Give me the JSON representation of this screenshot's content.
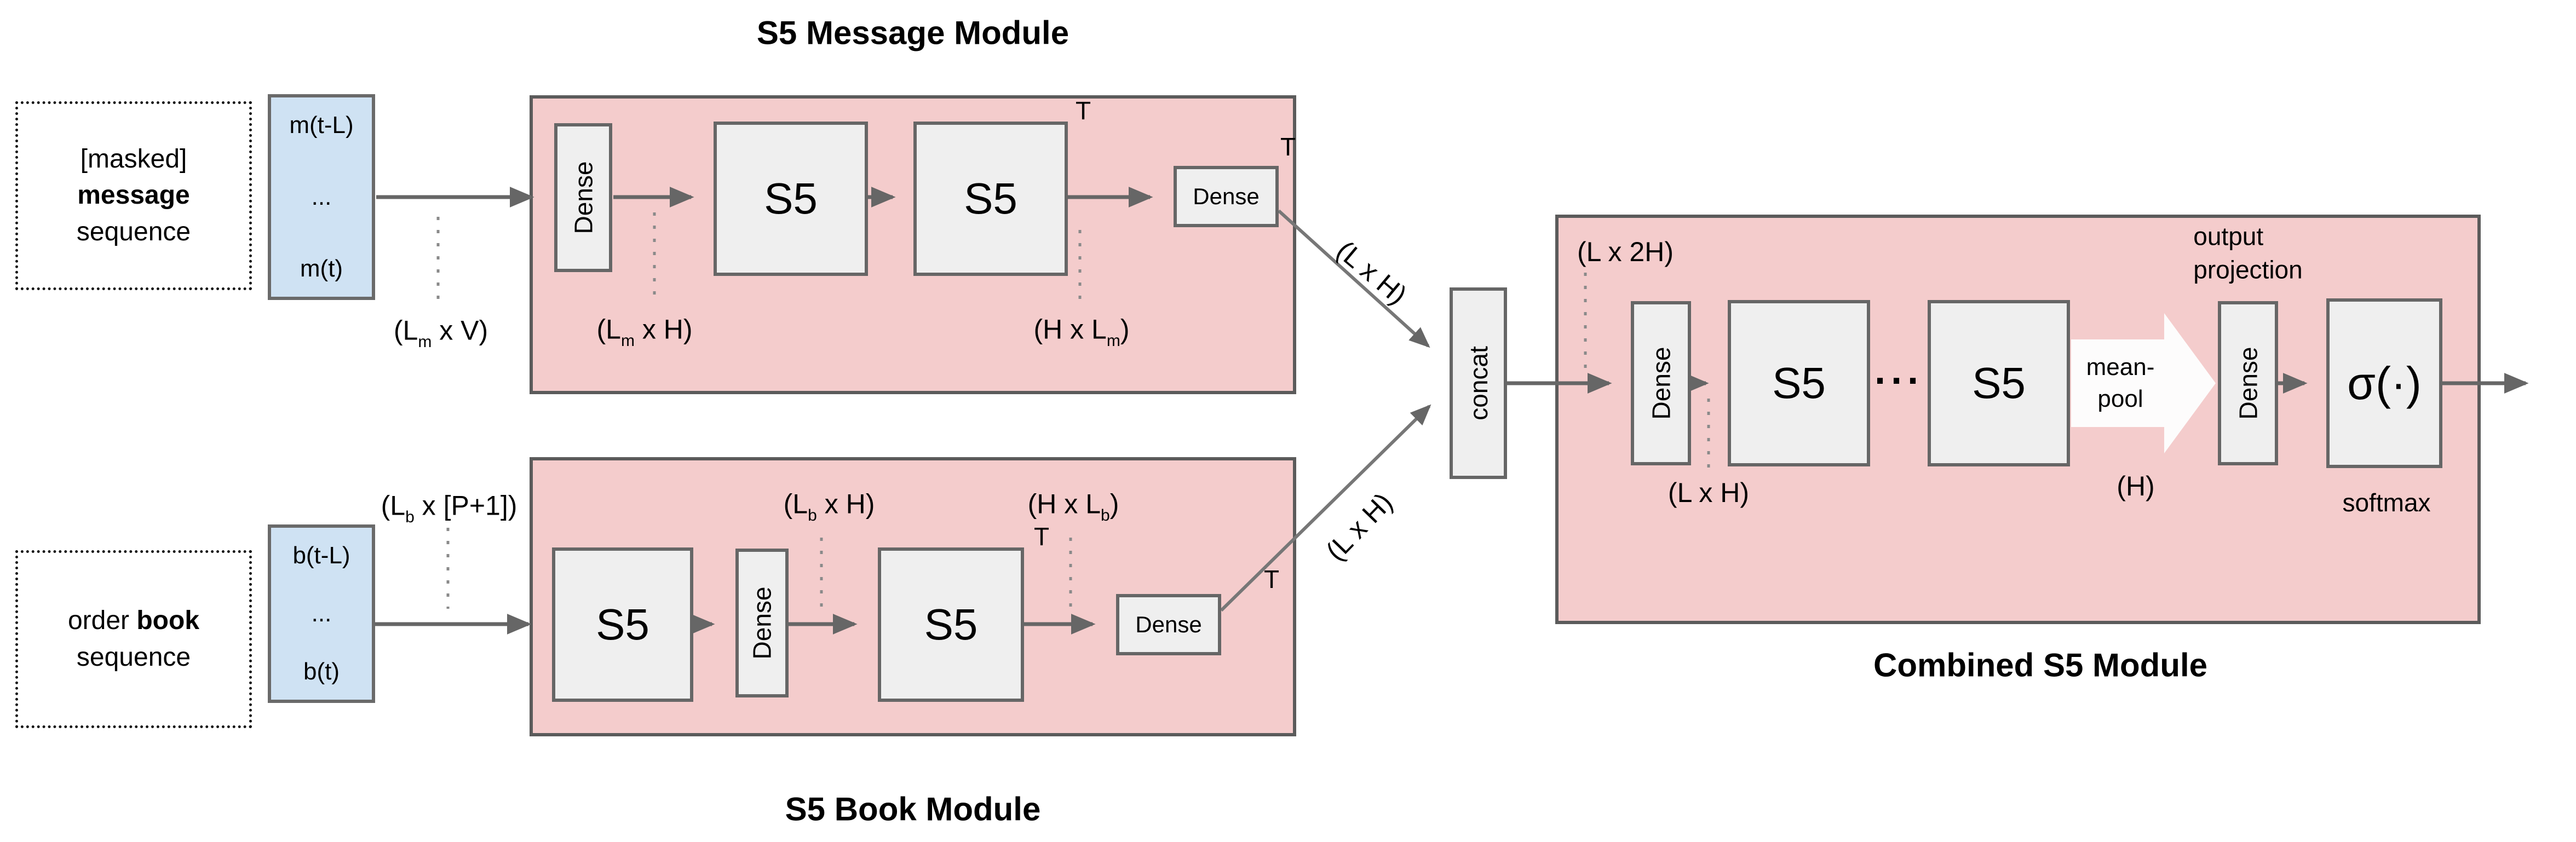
{
  "titles": {
    "message_module": "S5 Message Module",
    "book_module": "S5 Book Module",
    "combined_module": "Combined S5 Module"
  },
  "inputs": {
    "message": {
      "line1": "[masked]",
      "line2_bold": "message",
      "line3": "sequence",
      "seq_top": "m(t-L)",
      "seq_mid": "...",
      "seq_bot": "m(t)"
    },
    "book": {
      "line1_pre": "order ",
      "line1_bold": "book",
      "line2": "sequence",
      "seq_top": "b(t-L)",
      "seq_mid": "...",
      "seq_bot": "b(t)"
    }
  },
  "blocks": {
    "dense": "Dense",
    "s5": "S5",
    "concat": "concat",
    "sigma": "σ(·)",
    "softmax": "softmax",
    "mean_pool_line1": "mean-",
    "mean_pool_line2": "pool",
    "inner_dots": "···",
    "transpose": "T",
    "output_projection_line1": "output",
    "output_projection_line2": "projection"
  },
  "dims": {
    "msg_in": {
      "pre": "(L",
      "sub": "m",
      "post": " x V)"
    },
    "msg_hidden": {
      "pre": "(L",
      "sub": "m",
      "post": " x H)"
    },
    "msg_out": {
      "pre": "(H x L",
      "sub": "m",
      "post": ")"
    },
    "book_in": {
      "pre": "(L",
      "sub": "b",
      "post": " x [P+1])"
    },
    "book_hidden": {
      "pre": "(L",
      "sub": "b",
      "post": " x H)"
    },
    "book_out": {
      "pre": "(H x L",
      "sub": "b",
      "post": ")"
    },
    "concat_in_top": "(L x H)",
    "concat_in_bottom": "(L x H)",
    "combined_in": "(L x 2H)",
    "combined_hidden": "(L x H)",
    "pooled": "(H)"
  },
  "colors": {
    "module_fill": "#f4cccc",
    "module_border": "#5b5b5b",
    "box_fill": "#efefef",
    "box_border": "#666666",
    "input_fill": "#cfe2f3",
    "arrow": "#666666"
  }
}
